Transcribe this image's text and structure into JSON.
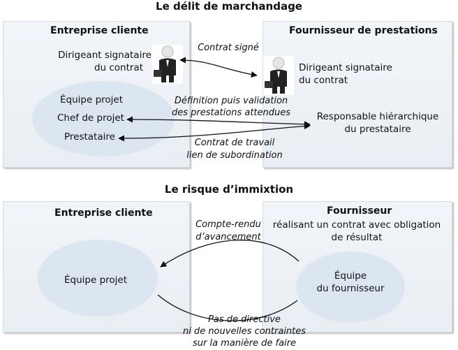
{
  "diagram1": {
    "title": "Le délit de marchandage",
    "client_panel": {
      "heading": "Entreprise cliente",
      "signatory_line1": "Dirigeant signataire",
      "signatory_line2": "du contrat",
      "team_label": "Équipe projet",
      "chef_label": "Chef de projet",
      "prestataire_label": "Prestataire"
    },
    "supplier_panel": {
      "heading": "Fournisseur de prestations",
      "signatory_line1": "Dirigeant signataire",
      "signatory_line2": "du contrat",
      "manager_line1": "Responsable hiérarchique",
      "manager_line2": "du prestataire"
    },
    "arrow_labels": {
      "contract": "Contrat signé",
      "definition_line1": "Définition puis validation",
      "definition_line2": "des prestations attendues",
      "work_contract_line1": "Contrat de travail",
      "work_contract_line2": "lien de subordination"
    }
  },
  "diagram2": {
    "title": "Le risque d’immixtion",
    "client_panel": {
      "heading": "Entreprise cliente",
      "team_label": "Équipe projet"
    },
    "supplier_panel": {
      "heading": "Fournisseur",
      "subheading_line1": "réalisant un contrat avec obligation",
      "subheading_line2": "de résultat",
      "team_line1": "Équipe",
      "team_line2": "du fournisseur"
    },
    "arrow_labels": {
      "report_line1": "Compte-rendu",
      "report_line2": "d’avancement",
      "directive_line1": "Pas de directive",
      "directive_line2": "ni de nouvelles contraintes",
      "directive_line3": "sur la manière de faire"
    }
  },
  "colors": {
    "panel_bg": "#eef2f6",
    "ellipse_bg": "#dbe6f0",
    "arrow": "#111111"
  }
}
